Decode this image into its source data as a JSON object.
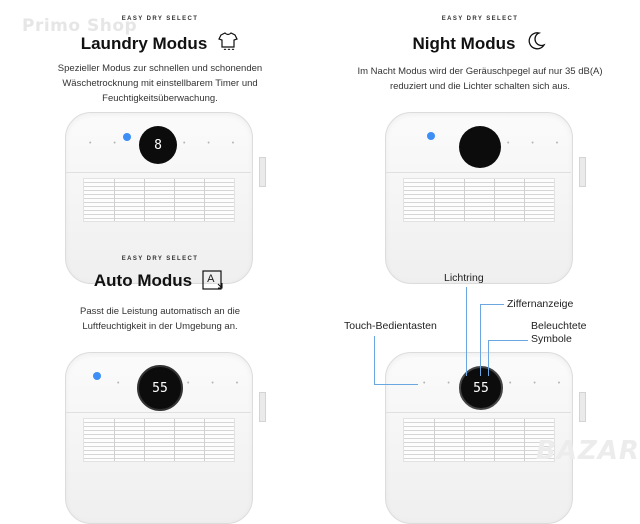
{
  "watermarks": {
    "top_left": "Primo Shop",
    "bottom_right": "BAZAR"
  },
  "panels": [
    {
      "eyebrow": "EASY DRY SELECT",
      "title": "Laundry Modus",
      "icon": "shirt-drying-icon",
      "description_lines": [
        "Spezieller Modus zur schnellen und schonenden",
        "Wäschetrocknung mit einstellbarem Timer und",
        "Feuchtigkeitsüberwachung."
      ],
      "display_value": "8"
    },
    {
      "eyebrow": "EASY DRY SELECT",
      "title": "Night Modus",
      "icon": "moon-icon",
      "description_lines": [
        "Im Nacht Modus wird der Geräuschpegel auf nur 35 dB(A)",
        "reduziert und die Lichter schalten sich aus."
      ],
      "display_value": ""
    },
    {
      "eyebrow": "EASY DRY SELECT",
      "title": "Auto Modus",
      "icon": "auto-mode-icon",
      "icon_letter": "A",
      "description_lines": [
        "Passt die Leistung automatisch an die",
        "Luftfeuchtigkeit in der Umgebung an."
      ],
      "display_value": "55"
    },
    {
      "callouts": {
        "light_ring": "Lichtring",
        "digit_display": "Ziffernanzeige",
        "touch_keys": "Touch-Bedientasten",
        "lit_symbols_line1": "Beleuchtete",
        "lit_symbols_line2": "Symbole"
      },
      "display_value": "55"
    }
  ],
  "colors": {
    "led_blue": "#3d8ff5",
    "callout_blue": "#6aa6df",
    "display_black": "#0c0c0c"
  }
}
